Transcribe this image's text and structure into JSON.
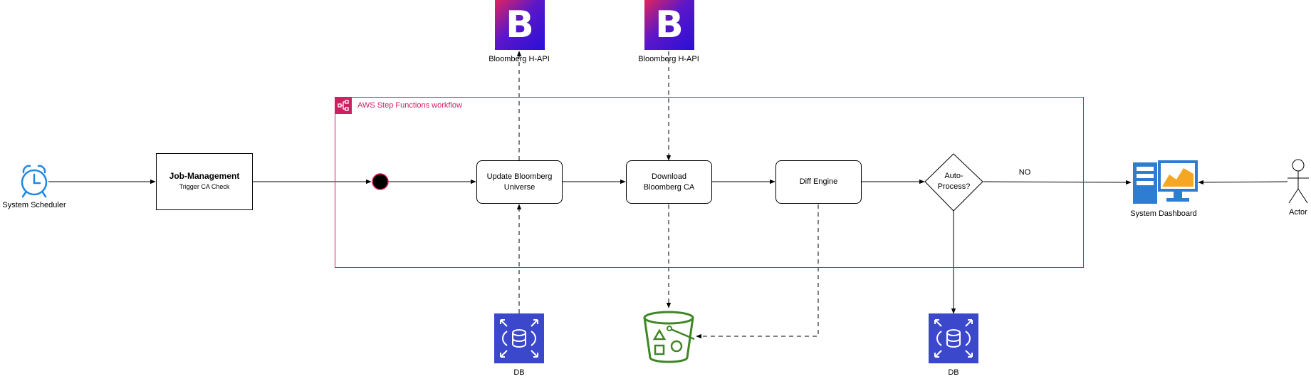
{
  "diagram": {
    "group": {
      "title": "AWS Step Functions workflow",
      "border_color": "#cc2264"
    },
    "nodes": {
      "scheduler": {
        "label": "System Scheduler"
      },
      "job_management": {
        "title": "Job-Management",
        "subtitle": "Trigger CA Check"
      },
      "update_universe": {
        "label_line1": "Update Bloomberg",
        "label_line2": "Universe"
      },
      "download_ca": {
        "label_line1": "Download",
        "label_line2": "Bloomberg CA"
      },
      "diff_engine": {
        "label": "Diff Engine"
      },
      "auto_process": {
        "label_line1": "Auto-",
        "label_line2": "Process?"
      },
      "bloomberg_api_1": {
        "label": "Bloomberg H-API",
        "glyph": "B"
      },
      "bloomberg_api_2": {
        "label": "Bloomberg H-API",
        "glyph": "B"
      },
      "db_1": {
        "label": "DB"
      },
      "db_2": {
        "label": "DB"
      },
      "dashboard": {
        "label": "System Dashboard"
      },
      "actor": {
        "label": "Actor"
      }
    },
    "edges": {
      "no_label": "NO"
    },
    "colors": {
      "bloomberg_gradient_start": "#e0245e",
      "bloomberg_gradient_end": "#2a0fd8",
      "db_blue": "#3b48cc",
      "s3_green": "#3f8624",
      "scheduler_blue": "#1e88e5",
      "dashboard_blue": "#2d7dd2",
      "dashboard_orange": "#f5a623"
    }
  }
}
